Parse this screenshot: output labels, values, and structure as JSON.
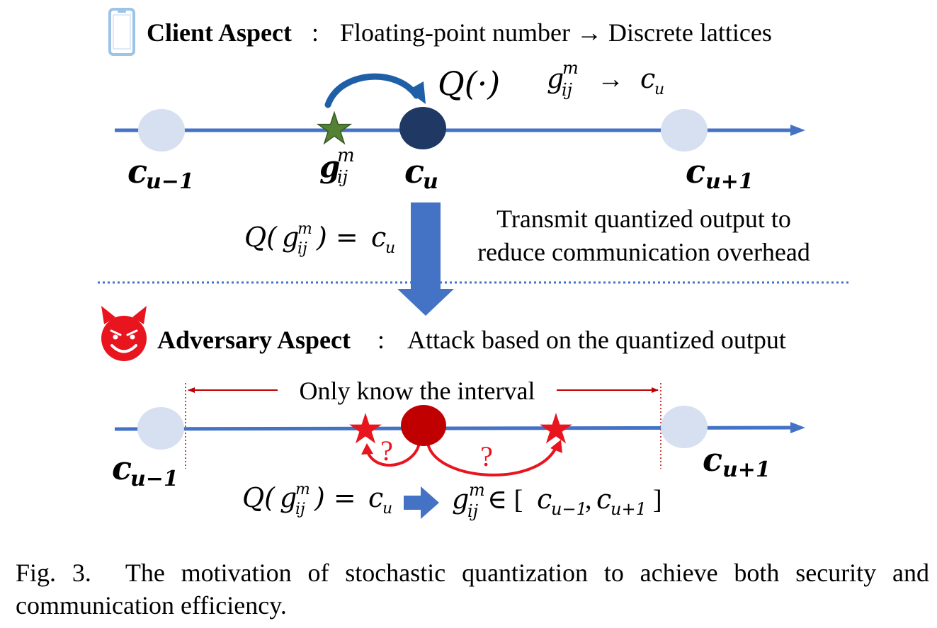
{
  "client": {
    "heading": "Client Aspect",
    "separator": ":",
    "subtitle": "Floating-point number → Discrete lattices",
    "quantizer_label": "Q(·)",
    "mapping_g": "g",
    "mapping_sup": "m",
    "mapping_sub": "ij",
    "mapping_arrow": "→",
    "mapping_c": "c",
    "mapping_c_sub": "u"
  },
  "lattice_top": {
    "left_base": "c",
    "left_sub": "u−1",
    "center_base": "c",
    "center_sub": "u",
    "right_base": "c",
    "right_sub": "u+1",
    "value_base": "g",
    "value_sup": "m",
    "value_sub": "ij"
  },
  "transmit": {
    "eq_prefix": "Q(",
    "eq_g": "g",
    "eq_sup": "m",
    "eq_sub": "ij",
    "eq_suffix": ") = ",
    "eq_c": "c",
    "eq_c_sub": "u",
    "line1": "Transmit quantized output to",
    "line2": "reduce communication overhead"
  },
  "adversary": {
    "heading": "Adversary Aspect",
    "separator": ":",
    "subtitle": "Attack based on the quantized output",
    "interval_label": "Only know the interval",
    "question_mark": "?"
  },
  "lattice_bottom": {
    "left_base": "c",
    "left_sub": "u−1",
    "right_base": "c",
    "right_sub": "u+1"
  },
  "inference": {
    "eq_prefix": "Q(",
    "eq_g": "g",
    "eq_sup": "m",
    "eq_sub": "ij",
    "eq_suffix": ") = ",
    "eq_c": "c",
    "eq_c_sub": "u",
    "result_g": "g",
    "result_sup": "m",
    "result_sub": "ij",
    "result_in": " ∈ [",
    "result_c1": "c",
    "result_c1_sub": "u−1",
    "result_comma": ", ",
    "result_c2": "c",
    "result_c2_sub": "u+1",
    "result_close": "]"
  },
  "caption": {
    "label": "Fig. 3.",
    "text": "The motivation of stochastic quantization to achieve both security and communication efficiency."
  },
  "colors": {
    "axis_blue": "#4472c4",
    "light_node": "#d6e0f0",
    "dark_node": "#1f3864",
    "star_green": "#548235",
    "red": "#e8141e",
    "dark_red": "#c00000",
    "arc_blue": "#1f5fa8",
    "phone_blue": "#9dc3e6"
  },
  "icons": {
    "client": "phone-icon",
    "adversary": "devil-face-icon"
  }
}
